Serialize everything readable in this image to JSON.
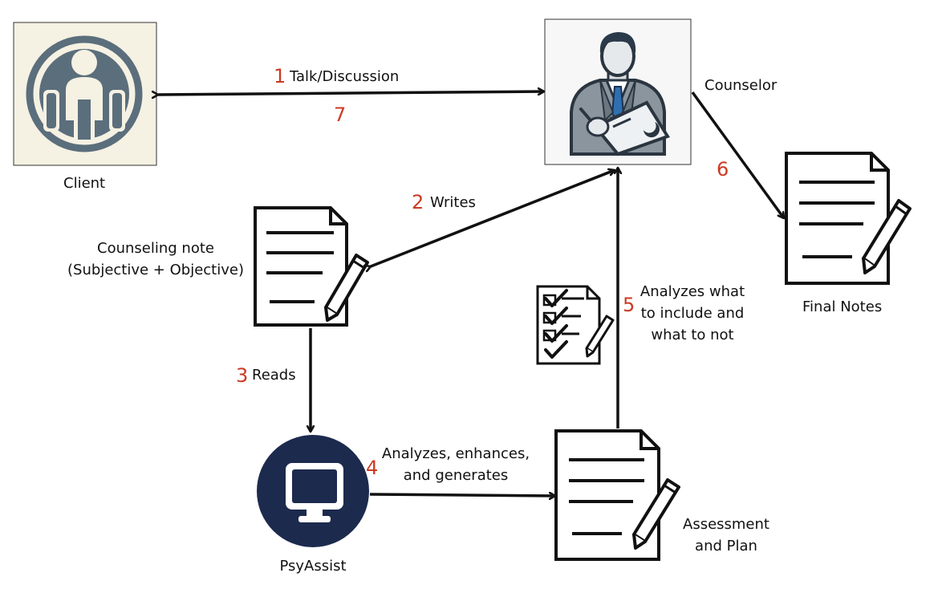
{
  "colors": {
    "stroke": "#111111",
    "step_number": "#cc3a22",
    "client_icon": "#5b6e7c",
    "tile_background": "#f5f1e3",
    "psyassist_circle": "#1c2a4e"
  },
  "icons": {
    "client": "seated-person-icon",
    "counselor": "counselor-with-clipboard-icon",
    "psyassist": "monitor-icon",
    "document": "document-with-pencil-icon",
    "checklist": "checklist-with-pencil-icon"
  },
  "nodes": {
    "client": "Client",
    "counselor": "Counselor",
    "counseling_note": [
      "Counseling note",
      "(Subjective + Objective)"
    ],
    "psyassist": "PsyAssist",
    "assessment_plan": [
      "Assessment",
      "and  Plan"
    ],
    "final_notes": "Final Notes"
  },
  "edges": [
    {
      "step": "1",
      "label": [
        "Talk/Discussion"
      ]
    },
    {
      "step": "2",
      "label": [
        "Writes"
      ]
    },
    {
      "step": "3",
      "label": [
        "Reads"
      ]
    },
    {
      "step": "4",
      "label": [
        "Analyzes, enhances,",
        "and  generates"
      ]
    },
    {
      "step": "5",
      "label": [
        "Analyzes what",
        "to include and",
        "what to not"
      ]
    },
    {
      "step": "6",
      "label": []
    },
    {
      "step": "7",
      "label": []
    }
  ]
}
